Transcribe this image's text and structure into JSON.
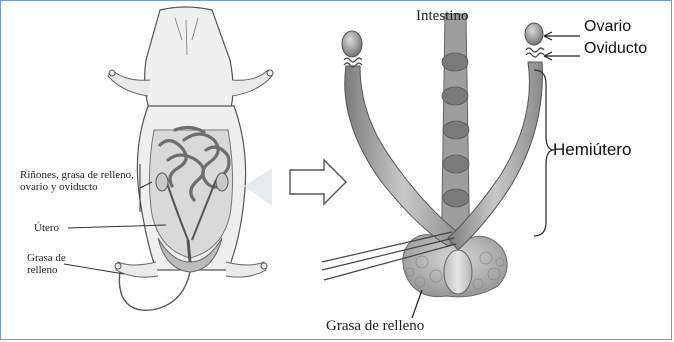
{
  "labels": {
    "left": {
      "kidney_group": "Riñones, grasa de relleno, ovario y oviducto",
      "uterus": "Útero",
      "fat": "Grasa de relleno"
    },
    "right": {
      "intestine": "Intestino",
      "ovary": "Ovario",
      "oviduct": "Oviducto",
      "hemiuterus": "Hemiútero",
      "fat": "Grasa de relleno"
    }
  },
  "colors": {
    "frame": "#7a9cc6",
    "organ_gray": "#9a9a9a",
    "line": "#333333"
  }
}
